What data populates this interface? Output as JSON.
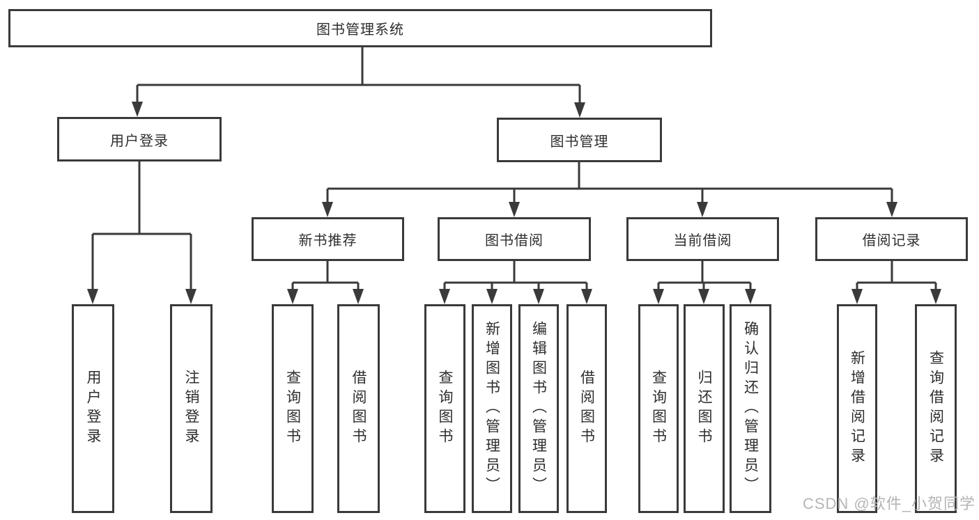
{
  "diagram_title": "图书管理系统",
  "tree": {
    "label": "图书管理系统",
    "children": [
      {
        "label": "用户登录",
        "children": [
          {
            "label": "用户登录"
          },
          {
            "label": "注销登录"
          }
        ]
      },
      {
        "label": "图书管理",
        "children": [
          {
            "label": "新书推荐",
            "children": [
              {
                "label": "查询图书"
              },
              {
                "label": "借阅图书"
              }
            ]
          },
          {
            "label": "图书借阅",
            "children": [
              {
                "label": "查询图书"
              },
              {
                "label": "新增图书（管理员）"
              },
              {
                "label": "编辑图书（管理员）"
              },
              {
                "label": "借阅图书"
              }
            ]
          },
          {
            "label": "当前借阅",
            "children": [
              {
                "label": "查询图书"
              },
              {
                "label": "归还图书"
              },
              {
                "label": "确认归还（管理员）"
              }
            ]
          },
          {
            "label": "借阅记录",
            "children": [
              {
                "label": "新增借阅记录"
              },
              {
                "label": "查询借阅记录"
              }
            ]
          }
        ]
      }
    ]
  },
  "watermark": "CSDN @软件_小贺同学",
  "colors": {
    "line": "#3a3a3a",
    "box_border": "#3a3a3a",
    "box_fill": "#ffffff",
    "text": "#2e2e2e",
    "watermark": "#b5b5b5",
    "background": "#ffffff"
  }
}
